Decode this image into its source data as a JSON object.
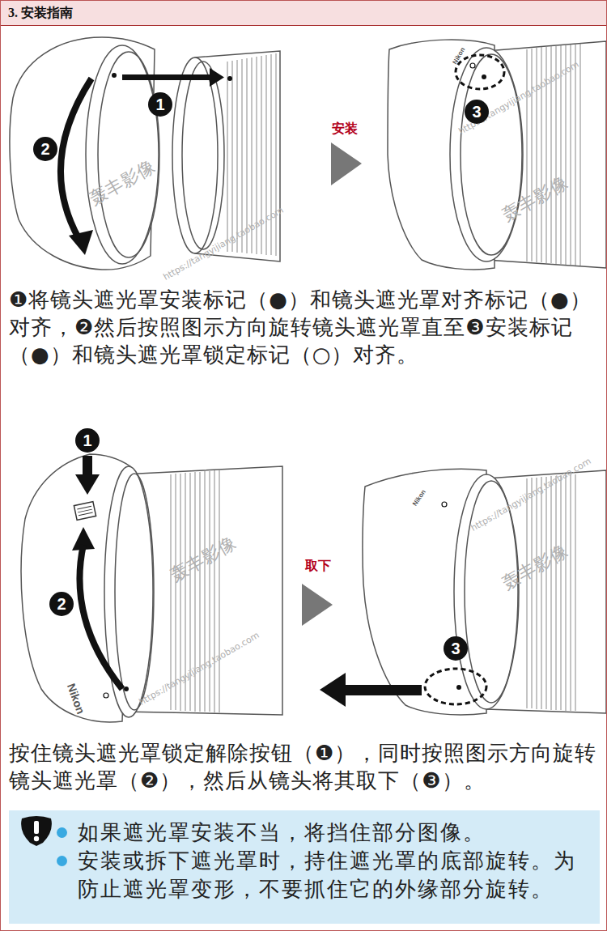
{
  "diagram": {
    "title": "3. 安装指南",
    "nodes": [
      {
        "text": [
          "如果遮光罩安装不当，将挡住部分图像。",
          "安装或拆下遮光罩时，持住遮光罩的底部旋转。为防止遮光罩变形，不要抓住它的外缘部分旋转。"
        ]
      }
    ],
    "labels": [
      "1",
      "2",
      "安装",
      "3",
      "Nikon",
      "❶将镜头遮光罩安装标记（●）和镜头遮光罩对齐标记（●）对齐，❷然后按照图示方向旋转镜头遮光罩直至❸安装标记（●）和镜头遮光罩锁定标记（○）对齐。",
      "1",
      "2",
      "Nikon",
      "取下",
      "Nikon",
      "3",
      "按住镜头遮光罩锁定解除按钮（❶），同时按照图示方向旋转镜头遮光罩（❷），然后从镜头将其取下（❸）。",
      "轰丰影像",
      "轰丰影像",
      "轰丰影像",
      "轰丰影像",
      "https://tangyijiang.taobao.com",
      "https://tangyijiang.taobao.com",
      "https://tangyijiang.taobao.com",
      "https://tangyijiang.taobao.com"
    ]
  }
}
